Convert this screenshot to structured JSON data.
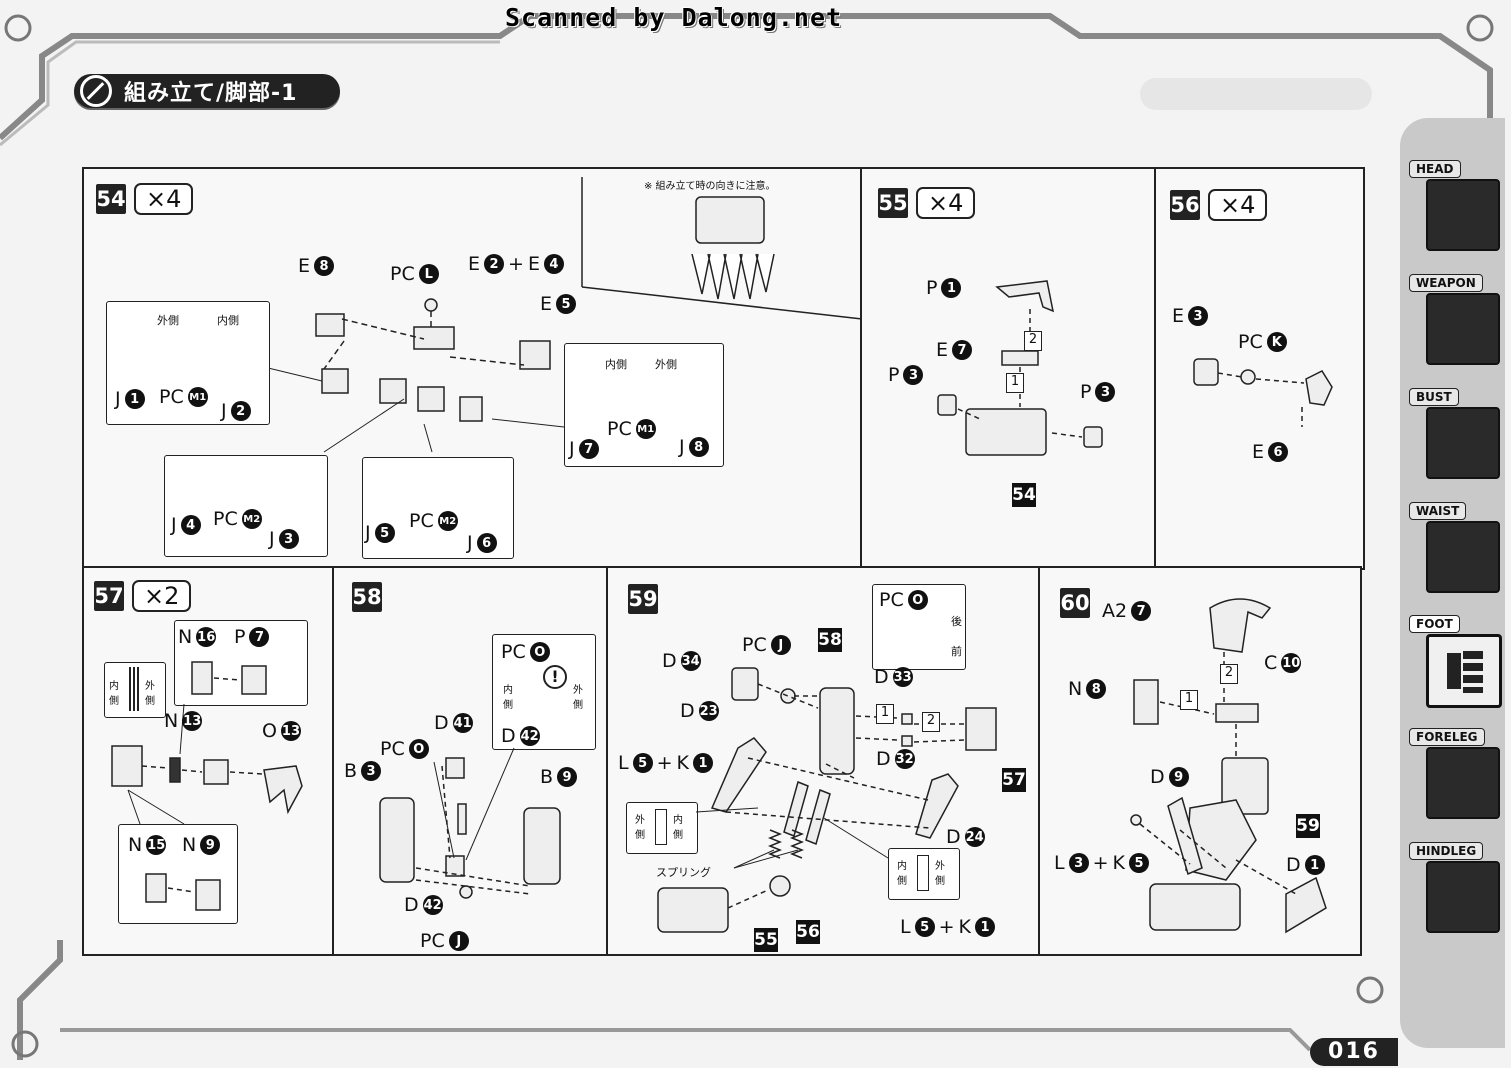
{
  "header": {
    "scan_credit": "Scanned by Dalong.net",
    "title": "組み立て/脚部-1"
  },
  "page_number": "016",
  "sidebar": {
    "items": [
      {
        "label": "HEAD"
      },
      {
        "label": "WEAPON"
      },
      {
        "label": "BUST"
      },
      {
        "label": "WAIST"
      },
      {
        "label": "FOOT",
        "active": true
      },
      {
        "label": "FORELEG"
      },
      {
        "label": "HINDLEG"
      }
    ]
  },
  "steps": {
    "s54": {
      "num": "54",
      "qty": "×4",
      "note": "※ 組み立て時の向きに注意。",
      "parts": {
        "e8": "E",
        "e8n": "8",
        "pcl": "PC",
        "pcln": "L",
        "e2e4a": "E",
        "e2n": "2",
        "plus": "+",
        "e2e4b": "E",
        "e4n": "4",
        "e5": "E",
        "e5n": "5"
      },
      "box1": {
        "outer": "外側",
        "inner": "内側",
        "j1": "J",
        "j1n": "1",
        "pc": "PC",
        "m1": "M1",
        "j2": "J",
        "j2n": "2"
      },
      "box2": {
        "inner": "内側",
        "outer": "外側",
        "j7": "J",
        "j7n": "7",
        "pc": "PC",
        "m1": "M1",
        "j8": "J",
        "j8n": "8"
      },
      "box3": {
        "j4": "J",
        "j4n": "4",
        "pc": "PC",
        "m2": "M2",
        "j3": "J",
        "j3n": "3"
      },
      "box4": {
        "j5": "J",
        "j5n": "5",
        "pc": "PC",
        "m2": "M2",
        "j6": "J",
        "j6n": "6"
      }
    },
    "s55": {
      "num": "55",
      "qty": "×4",
      "p1": "P",
      "p1n": "1",
      "e7": "E",
      "e7n": "7",
      "p3a": "P",
      "p3an": "3",
      "p3b": "P",
      "p3bn": "3",
      "o1": "1",
      "o2": "2",
      "ref": "54"
    },
    "s56": {
      "num": "56",
      "qty": "×4",
      "e3": "E",
      "e3n": "3",
      "pck": "PC",
      "pckn": "K",
      "e6": "E",
      "e6n": "6"
    },
    "s57": {
      "num": "57",
      "qty": "×2",
      "inner": "内側",
      "outer": "外側",
      "n16": "N",
      "n16n": "16",
      "p7": "P",
      "p7n": "7",
      "n13": "N",
      "n13n": "13",
      "o13": "O",
      "o13n": "13",
      "n15": "N",
      "n15n": "15",
      "n9": "N",
      "n9n": "9"
    },
    "s58": {
      "num": "58",
      "pco": "PC",
      "pcon": "O",
      "inner": "内側",
      "outer": "外側",
      "excl": "!",
      "d42a": "D",
      "d42an": "42",
      "d41": "D",
      "d41n": "41",
      "pco2": "PC",
      "pco2n": "O",
      "b3": "B",
      "b3n": "3",
      "b9": "B",
      "b9n": "9",
      "d42b": "D",
      "d42bn": "42",
      "pcj": "PC",
      "pcjn": "J"
    },
    "s59": {
      "num": "59",
      "pco": "PC",
      "pcon": "O",
      "back": "後",
      "front": "前",
      "d34": "D",
      "d34n": "34",
      "pcj": "PC",
      "pcjn": "J",
      "ref58": "58",
      "d33": "D",
      "d33n": "33",
      "d23": "D",
      "d23n": "23",
      "o1": "1",
      "o2": "2",
      "d32": "D",
      "d32n": "32",
      "ref57": "57",
      "l5k1a": "L",
      "l5a": "5",
      "plus": "+",
      "k1a": "K",
      "k1an": "1",
      "outer": "外側",
      "inner": "内側",
      "d24": "D",
      "d24n": "24",
      "spring": "スプリング",
      "inner2": "内側",
      "outer2": "外側",
      "l5k1b": "L",
      "l5b": "5",
      "k1b": "K",
      "k1bn": "1",
      "ref55": "55",
      "ref56": "56"
    },
    "s60": {
      "num": "60",
      "a27": "A2",
      "a27n": "7",
      "o2": "2",
      "n8": "N",
      "n8n": "8",
      "o1": "1",
      "c10": "C",
      "c10n": "10",
      "d9": "D",
      "d9n": "9",
      "l3k5a": "L",
      "l3n": "3",
      "plus": "+",
      "k5": "K",
      "k5n": "5",
      "ref59": "59",
      "d1": "D",
      "d1n": "1"
    }
  }
}
